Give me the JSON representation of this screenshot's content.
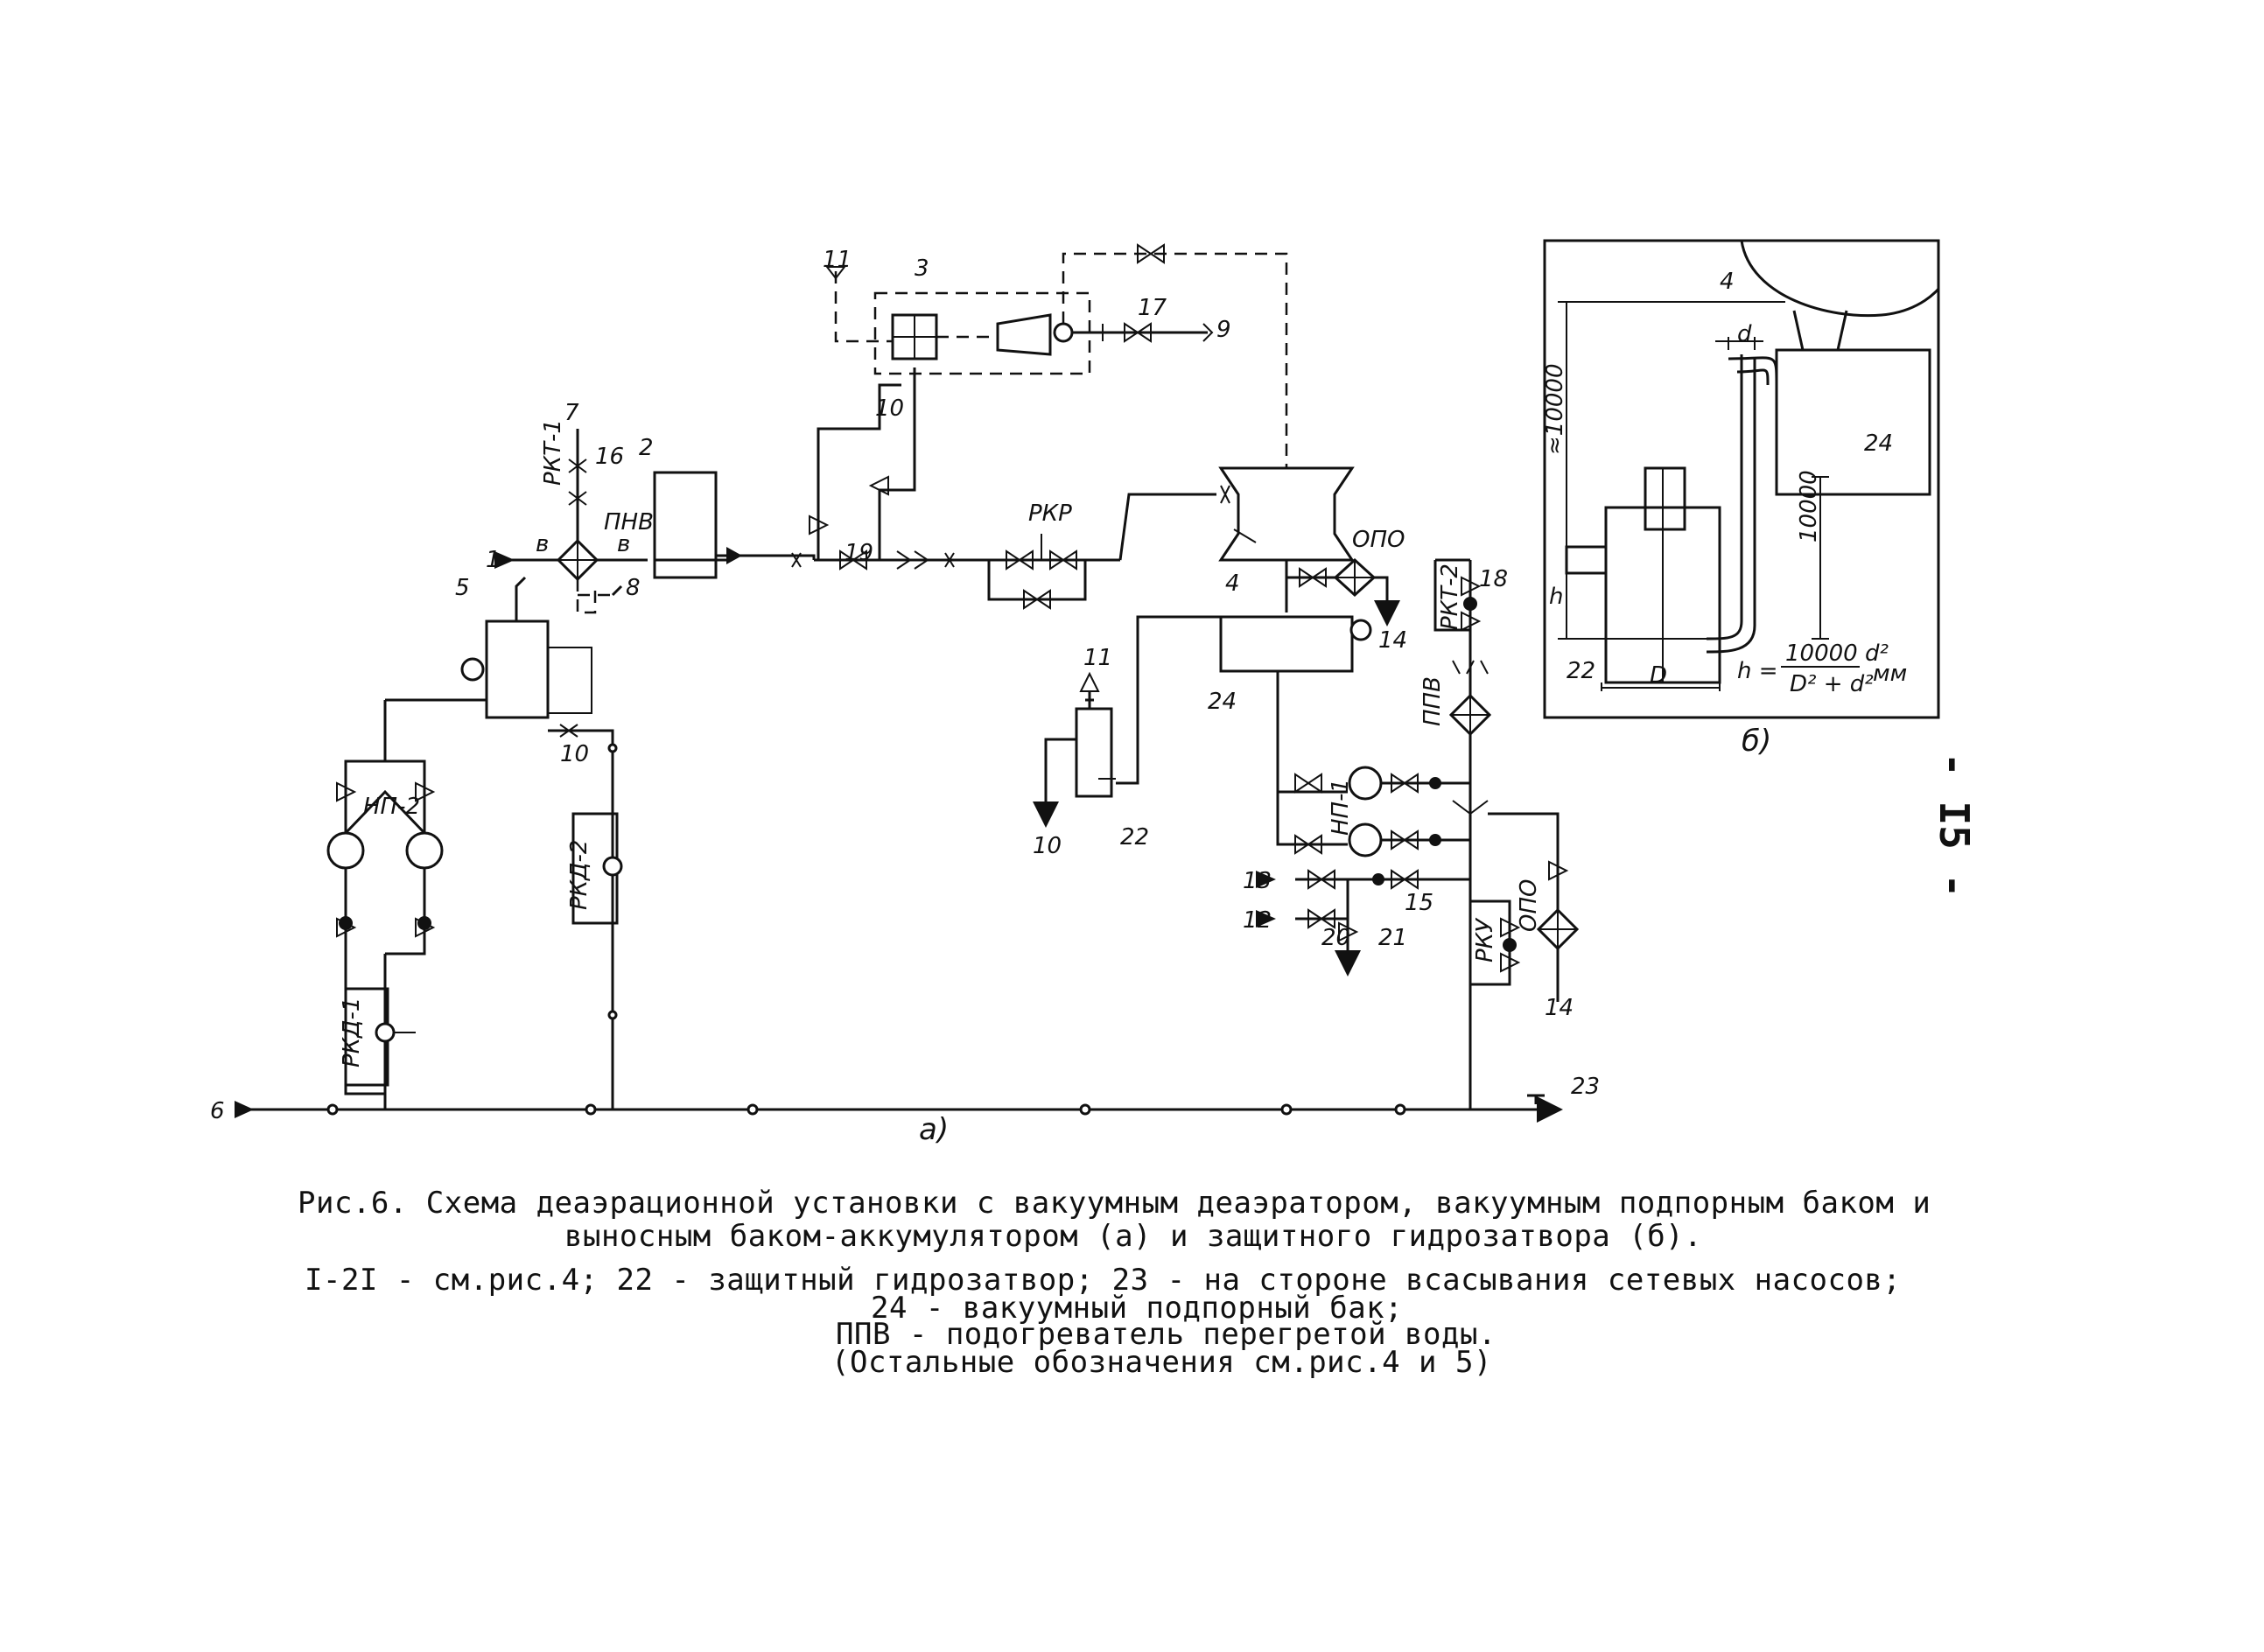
{
  "page_number": "- I5 -",
  "labels": {
    "n1": "1",
    "n2": "2",
    "n3": "3",
    "n4": "4",
    "n5": "5",
    "n6": "6",
    "n7": "7",
    "n8": "8",
    "n9": "9",
    "n10": "10",
    "n11": "11",
    "n12": "12",
    "n13": "13",
    "n14": "14",
    "n15": "15",
    "n16": "16",
    "n17": "17",
    "n18": "18",
    "n19": "19",
    "n20": "20",
    "n21": "21",
    "n22": "22",
    "n23": "23",
    "n24": "24",
    "v": "в",
    "pnv": "ПНВ",
    "rkt1": "РКТ-1",
    "rkt2": "РКТ-2",
    "rkr": "РКР",
    "opo": "ОПО",
    "ppv": "ППВ",
    "np1": "НП-1",
    "np2": "НП-2",
    "rkd1": "РКД-1",
    "rkd2": "РКД-2",
    "rku": "РКУ",
    "sub_a": "a)",
    "sub_b": "б)",
    "d_small": "d",
    "d_big": "D",
    "h": "h",
    "dim1": "≈10000",
    "dim2": "10000",
    "formula_lhs": "h =",
    "formula_num": "10000 d²",
    "formula_den": "D² + d²",
    "formula_unit": "мм"
  },
  "caption": {
    "line1": "Рис.6. Схема деаэрационной установки с вакуумным деаэратором, вакуумным подпорным баком и",
    "line2": "выносным баком-аккумулятором (а) и защитного гидрозатвора (б).",
    "line3": "I-2I - см.рис.4; 22 - защитный гидрозатвор; 23 - на стороне всасывания сетевых насосов;",
    "line4": "24 - вакуумный подпорный бак;",
    "line5": "ППВ - подогреватель перегретой воды.",
    "line6": "(Остальные обозначения см.рис.4 и 5)"
  }
}
